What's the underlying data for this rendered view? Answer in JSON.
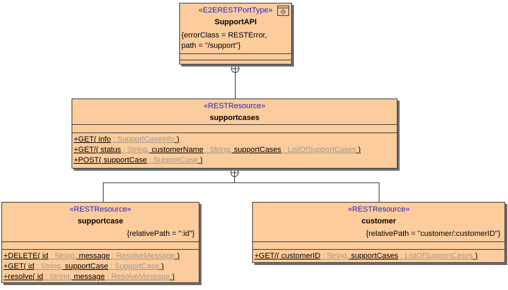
{
  "diagram": {
    "type": "uml-class-diagram",
    "colors": {
      "background": "#ffffff",
      "node_fill": "#fccc9c",
      "node_border": "#3c3c3c",
      "stereotype": "#2222d2",
      "name": "#000000",
      "muted_type": "#a09890",
      "shadow": "#6e6e6e",
      "connector": "#3c3c3c"
    },
    "nodes": [
      {
        "id": "supportapi",
        "stereotype": "«E2ERESTPortType»",
        "name": "SupportAPI",
        "icon": "porttype-icon",
        "property_lines": [
          "{errorClass = RESTError,",
          "path = \"/support\"}"
        ],
        "operations": []
      },
      {
        "id": "supportcases",
        "stereotype": "«RESTResource»",
        "name": "supportcases",
        "operations": [
          [
            {
              "text": "+GET( info",
              "muted": false
            },
            {
              "text": " : SupportCaseInfo",
              "muted": true
            },
            {
              "text": " )",
              "muted": false
            }
          ],
          [
            {
              "text": "+GET/( status",
              "muted": false
            },
            {
              "text": " : String,",
              "muted": true
            },
            {
              "text": " customerName",
              "muted": false
            },
            {
              "text": " : String,",
              "muted": true
            },
            {
              "text": " supportCases",
              "muted": false
            },
            {
              "text": " : ListOfSupportCases",
              "muted": true
            },
            {
              "text": " )",
              "muted": false
            }
          ],
          [
            {
              "text": "+POST( supportCase",
              "muted": false
            },
            {
              "text": " : SupportCase",
              "muted": true
            },
            {
              "text": " )",
              "muted": false
            }
          ]
        ]
      },
      {
        "id": "supportcase",
        "stereotype": "«RESTResource»",
        "name": "supportcase",
        "relative_path": "{relativePath = \":id\"}",
        "operations": [
          [
            {
              "text": "+DELETE( id",
              "muted": false
            },
            {
              "text": " : String,",
              "muted": true
            },
            {
              "text": " message",
              "muted": false
            },
            {
              "text": " : ResolveMessage",
              "muted": true
            },
            {
              "text": " )",
              "muted": false
            }
          ],
          [
            {
              "text": "+GET( id",
              "muted": false
            },
            {
              "text": " : String,",
              "muted": true
            },
            {
              "text": " supportCase",
              "muted": false
            },
            {
              "text": " : SupportCase",
              "muted": true
            },
            {
              "text": " )",
              "muted": false
            }
          ],
          [
            {
              "text": "+resolve( id",
              "muted": false
            },
            {
              "text": " : String,",
              "muted": true
            },
            {
              "text": " message",
              "muted": false
            },
            {
              "text": " : ResolveMessage",
              "muted": true
            },
            {
              "text": " )",
              "muted": false
            }
          ]
        ]
      },
      {
        "id": "customer",
        "stereotype": "«RESTResource»",
        "name": "customer",
        "relative_path": "{relativePath = \"customer/:customerID\"}",
        "operations": [
          [
            {
              "text": "+GET/( customerID",
              "muted": false
            },
            {
              "text": " : String,",
              "muted": true
            },
            {
              "text": " supportCases",
              "muted": false
            },
            {
              "text": " : ListOfSupportCases",
              "muted": true
            },
            {
              "text": " )",
              "muted": false
            }
          ]
        ]
      }
    ],
    "connectors": [
      {
        "from": "SupportAPI",
        "to": "supportcases",
        "type": "containment"
      },
      {
        "from": "supportcases",
        "to": "supportcase",
        "type": "containment"
      },
      {
        "from": "supportcases",
        "to": "customer",
        "type": "containment"
      }
    ]
  }
}
